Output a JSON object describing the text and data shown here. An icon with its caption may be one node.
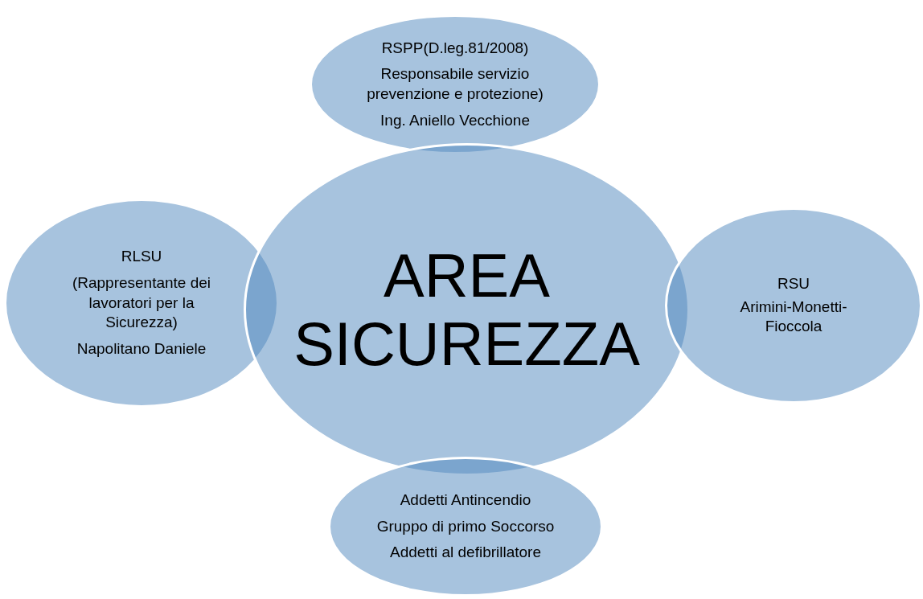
{
  "diagram": {
    "nodes": [
      {
        "text": [
          "RSPP(D.leg.81/2008)",
          "Responsabile servizio prevenzione e protezione)",
          "Ing. Aniello Vecchione"
        ]
      },
      {
        "text": [
          "RLSU",
          "(Rappresentante dei lavoratori per la Sicurezza)",
          "Napolitano Daniele"
        ]
      },
      {
        "text": [
          "AREA SICUREZZA"
        ]
      },
      {
        "text": [
          "RSU",
          "Arimini-Monetti-Fioccola"
        ]
      },
      {
        "text": [
          "Addetti Antincendio",
          "Gruppo di primo Soccorso",
          "Addetti al defibrillatore"
        ]
      }
    ]
  }
}
